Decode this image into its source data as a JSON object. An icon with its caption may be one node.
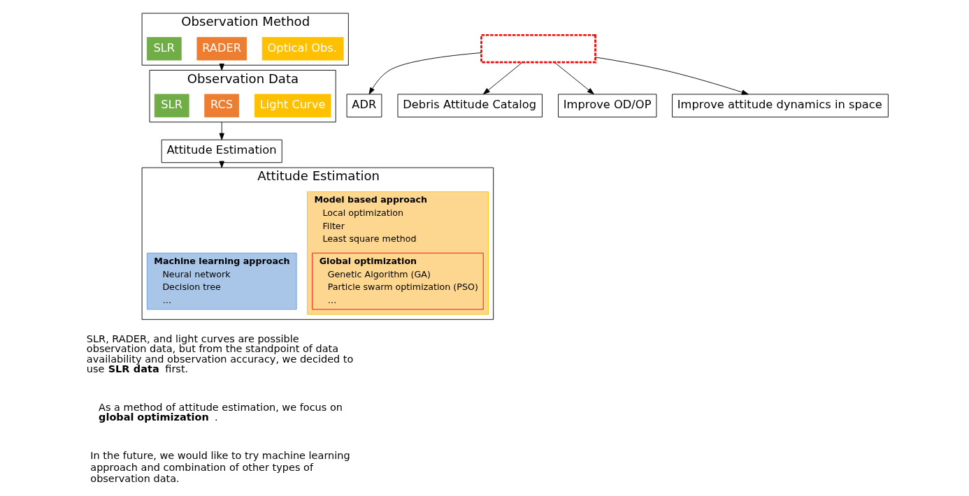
{
  "diagram": {
    "nodes": [
      {
        "text": [
          "Observation Method"
        ]
      },
      {
        "text": [
          "SLR"
        ],
        "in": 0
      },
      {
        "text": [
          "RADER"
        ],
        "in": 0
      },
      {
        "text": [
          "Optical Obs."
        ],
        "in": 0
      },
      {
        "text": [
          "Observation Data"
        ]
      },
      {
        "text": [
          "SLR"
        ],
        "in": 4
      },
      {
        "text": [
          "RCS"
        ],
        "in": 4
      },
      {
        "text": [
          "Light Curve"
        ],
        "in": 4
      },
      {
        "text": [
          "Attitude Estimation"
        ]
      },
      {
        "text": [],
        "shape": "box"
      },
      {
        "text": [
          "ADR"
        ]
      },
      {
        "text": [
          "Debris Attitude Catalog"
        ]
      },
      {
        "text": [
          "Improve OD/OP"
        ]
      },
      {
        "text": [
          "Improve attitude dynamics in space"
        ]
      },
      {
        "text": [
          "Attitude Estimation"
        ]
      },
      {
        "text": [
          "Model based approach",
          "Local optimization",
          "Filter",
          "Least square method"
        ],
        "in": 14
      },
      {
        "text": [
          "Global optimization",
          "Genetic Algorithm (GA)",
          "Particle swarm optimization (PSO)",
          "…"
        ],
        "in": 15
      },
      {
        "text": [
          "Machine learning approach",
          "Neural network",
          "Decision tree",
          "…"
        ],
        "in": 14
      }
    ],
    "edges": [
      {
        "from": 0,
        "to": 4,
        "arrow": "to"
      },
      {
        "from": 4,
        "to": 8,
        "arrow": "to"
      },
      {
        "from": 8,
        "to": 14,
        "arrow": "to"
      },
      {
        "from": 9,
        "to": 10,
        "arrow": "to"
      },
      {
        "from": 9,
        "to": 11,
        "arrow": "to"
      },
      {
        "from": 9,
        "to": 12,
        "arrow": "to"
      },
      {
        "from": 9,
        "to": 13,
        "arrow": "to"
      }
    ],
    "labels": [
      "SLR, RADER, and light curves are possible observation data, but from the standpoint of data availability and observation accuracy, we decided to use **SLR data** first.",
      "As a method of attitude estimation, we focus on **global optimization**.",
      "In the future, we would like to try machine learning approach and combination of other types of observation data."
    ]
  }
}
